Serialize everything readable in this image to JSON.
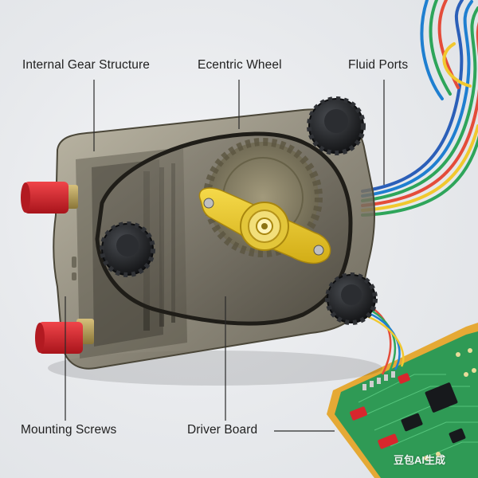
{
  "labels": {
    "top_left": "Internal Gear Structure",
    "top_center": "Ecentric Wheel",
    "top_right": "Fluid Ports",
    "bottom_left": "Mounting Screws",
    "bottom_center": "Driver Board"
  },
  "watermark": "豆包AI生成",
  "colors": {
    "housing": "#8f8a78",
    "rotor_arm": "#e9c826",
    "port_caps": "#d8262d",
    "knobs": "#1c1e21",
    "pcb": "#2f9a55",
    "pcb_frame": "#e5a935",
    "wires": [
      "#1f7fd0",
      "#2ea55a",
      "#e44c3a",
      "#f1c82e",
      "#2b5fb8"
    ]
  }
}
